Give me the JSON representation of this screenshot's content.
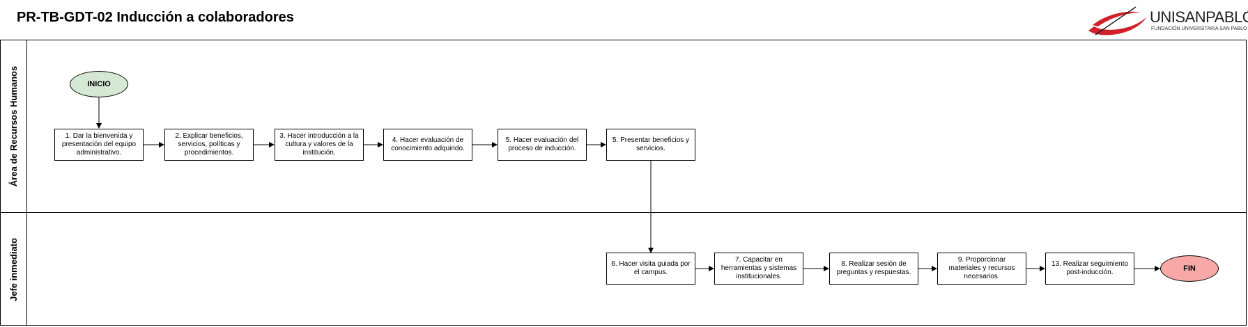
{
  "title": "PR-TB-GDT-02 Inducción a colaboradores",
  "logo": {
    "name": "UNISANPABLO",
    "subtitle": "FUNDACIÓN UNIVERSITARIA SAN PABLO"
  },
  "lanes": [
    {
      "label": "Área de Recursos Humanos"
    },
    {
      "label": "Jefe inmediato"
    }
  ],
  "events": {
    "start": "INICIO",
    "end": "FIN"
  },
  "steps": [
    "1. Dar la bienvenida y presentación del equipo administrativo.",
    "2. Explicar beneficios, servicios, políticas y procedimientos.",
    "3. Hacer introducción a la cultura y valores de la institución.",
    "4. Hacer evaluación de conocimiento adquirido.",
    "5. Hacer evaluación del proceso de inducción.",
    "5. Presentar beneficios y servicios.",
    "6. Hacer visita guiada por el campus.",
    "7. Capacitar en herramientas y sistemas institucionales.",
    "8. Realizar sesión de preguntas y respuestas.",
    "9. Proporcionar materiales y recursos necesarios.",
    "13. Realizar seguimiento post-inducción."
  ],
  "colors": {
    "start_fill": "#d5e8d4",
    "end_fill": "#f8a8a6",
    "logo_red": "#d0202a"
  }
}
